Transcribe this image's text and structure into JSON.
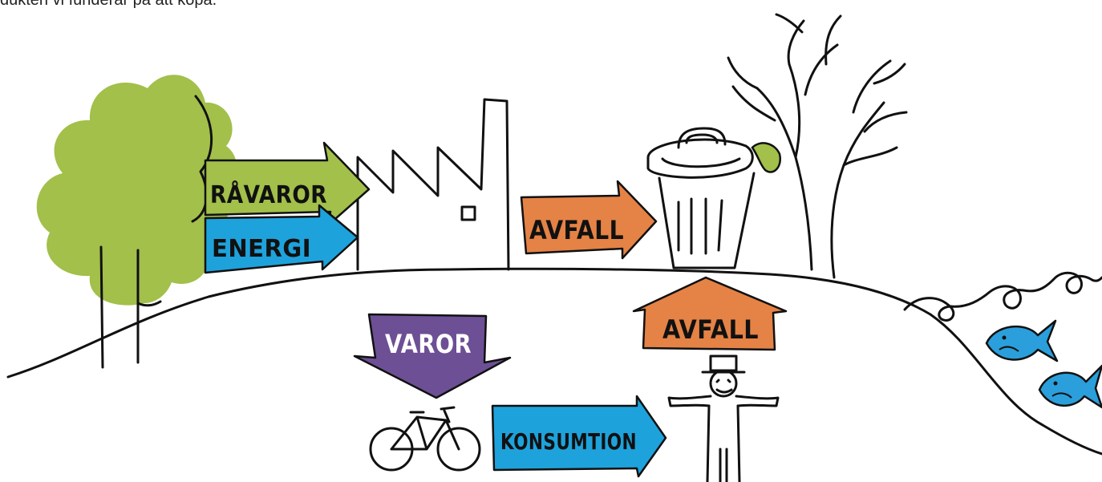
{
  "caption": "dukten vi funderar på att köpa.",
  "labels": {
    "ravaror": "RÅVAROR",
    "energi": "ENERGI",
    "avfall_factory": "AVFALL",
    "varor": "VAROR",
    "avfall_person": "AVFALL",
    "konsumtion": "KONSUMTION"
  },
  "colors": {
    "green": "#a2c04a",
    "blue": "#1ea2dc",
    "orange": "#e58245",
    "purple": "#6d4f95",
    "fish": "#2a9fdc"
  }
}
